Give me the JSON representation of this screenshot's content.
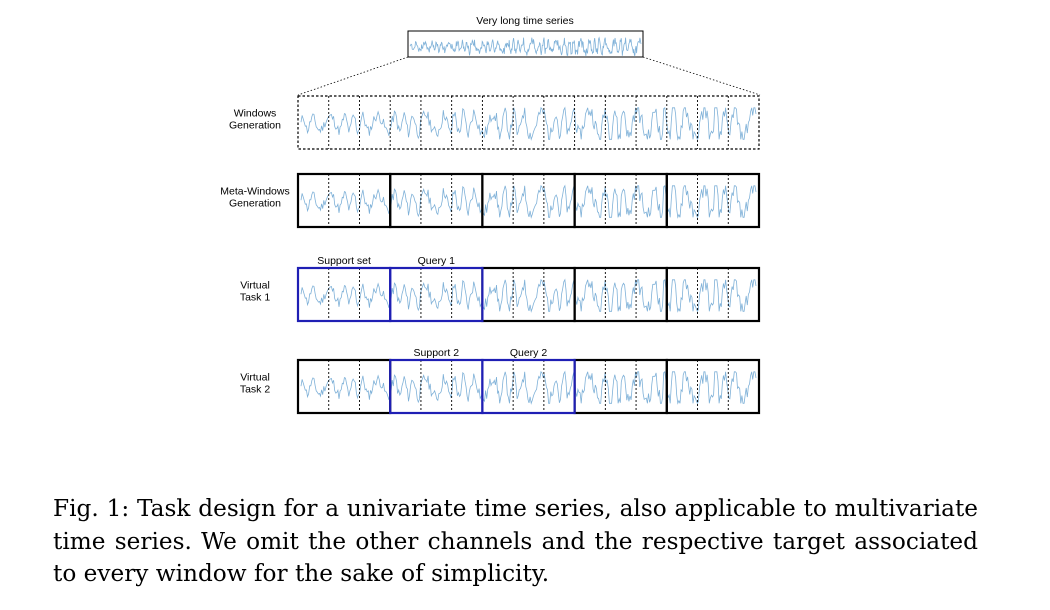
{
  "figure": {
    "top_label": "Very long time series",
    "rows": [
      {
        "label_lines": [
          "Windows",
          "Generation"
        ],
        "bold_groups": [],
        "blue_groups": [],
        "group_labels": []
      },
      {
        "label_lines": [
          "Meta-Windows",
          "Generation"
        ],
        "bold_groups": [
          0,
          1,
          2,
          3,
          4
        ],
        "blue_groups": [],
        "group_labels": []
      },
      {
        "label_lines": [
          "Virtual",
          "Task 1"
        ],
        "bold_groups": [
          0,
          1,
          2,
          3,
          4
        ],
        "blue_groups": [
          0,
          1
        ],
        "group_labels": [
          "Support set",
          "Query 1"
        ]
      },
      {
        "label_lines": [
          "Virtual",
          "Task 2"
        ],
        "bold_groups": [
          0,
          1,
          2,
          3,
          4
        ],
        "blue_groups": [
          1,
          2
        ],
        "group_labels": [
          "Support 2",
          "Query 2"
        ]
      }
    ],
    "windows_per_row": 15,
    "windows_per_meta_window": 3,
    "colors": {
      "series": "#7fb1d8",
      "highlight": "#1f1fb4",
      "frame": "#000000"
    }
  },
  "caption": {
    "label": "Fig. 1:",
    "text": "Task design for a univariate time series, also applicable to multivariate time series. We omit the other channels and the respective target associated to every window for the sake of simplicity."
  }
}
